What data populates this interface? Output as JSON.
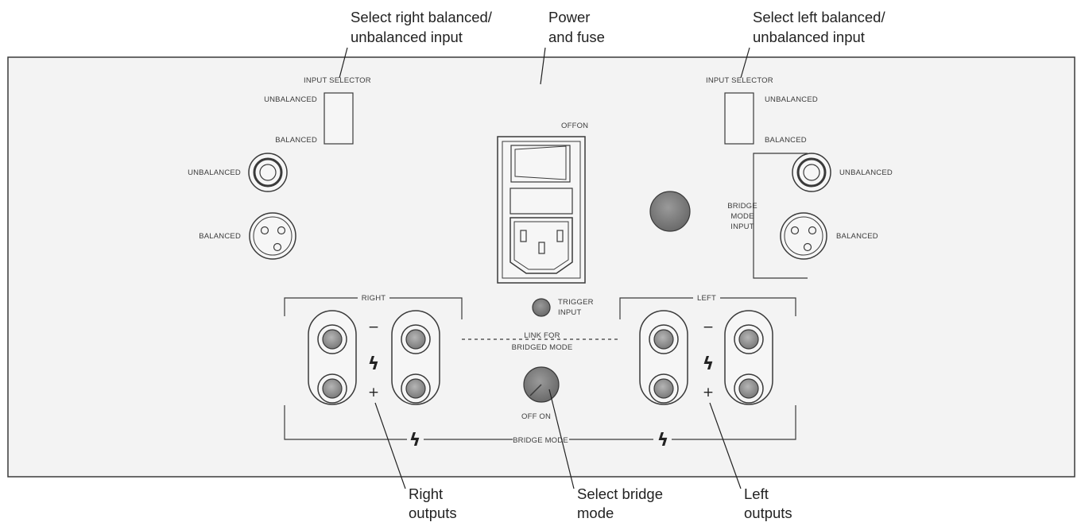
{
  "callouts": {
    "right_input": [
      "Select right balanced/",
      "unbalanced input"
    ],
    "power": [
      "Power",
      "and fuse"
    ],
    "left_input": [
      "Select left balanced/",
      "unbalanced input"
    ],
    "right_outputs": [
      "Right",
      "outputs"
    ],
    "bridge_select": [
      "Select bridge",
      "mode"
    ],
    "left_outputs": [
      "Left",
      "outputs"
    ]
  },
  "panel": {
    "right_input_selector": "INPUT SELECTOR",
    "right_sel_unbalanced": "UNBALANCED",
    "right_sel_balanced": "BALANCED",
    "right_jack_unbalanced": "UNBALANCED",
    "right_jack_balanced": "BALANCED",
    "left_input_selector": "INPUT SELECTOR",
    "left_sel_unbalanced": "UNBALANCED",
    "left_sel_balanced": "BALANCED",
    "left_jack_unbalanced": "UNBALANCED",
    "left_jack_balanced": "BALANCED",
    "bridge_mode_input": [
      "BRIDGE",
      "MODE",
      "INPUT"
    ],
    "power_switch": "OFFON",
    "trigger_input": [
      "TRIGGER",
      "INPUT"
    ],
    "link_bridged": [
      "LINK FOR",
      "BRIDGED MODE"
    ],
    "bridge_knob": "OFF ON",
    "right_group": "RIGHT",
    "left_group": "LEFT",
    "bridge_mode": "BRIDGE MODE",
    "minus": "−",
    "plus": "+",
    "bolt": "ϟ"
  },
  "colors": {
    "panel_fill": "#f3f3f3",
    "stroke": "#3a3a3a",
    "dark_fill": "#777777"
  }
}
